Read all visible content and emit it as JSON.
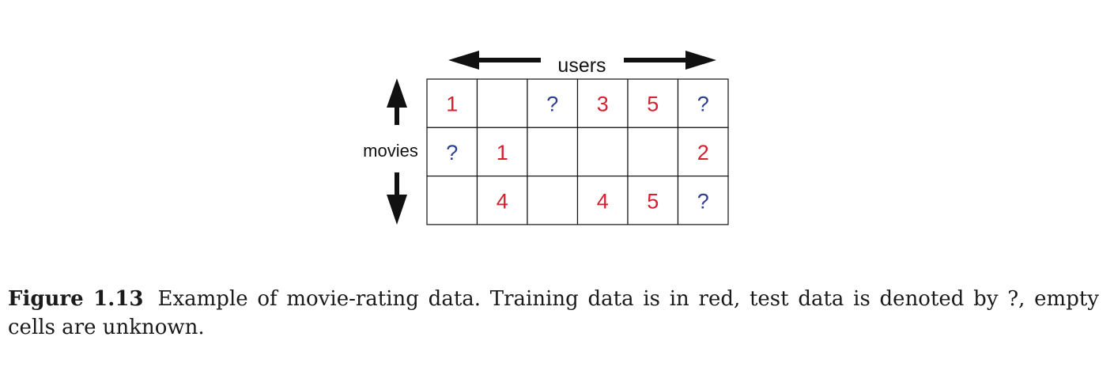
{
  "axes": {
    "users_label": "users",
    "movies_label": "movies"
  },
  "grid": {
    "rows": [
      [
        {
          "value": "1",
          "kind": "train"
        },
        {
          "value": "",
          "kind": "empty"
        },
        {
          "value": "?",
          "kind": "test"
        },
        {
          "value": "3",
          "kind": "train"
        },
        {
          "value": "5",
          "kind": "train"
        },
        {
          "value": "?",
          "kind": "test"
        }
      ],
      [
        {
          "value": "?",
          "kind": "test"
        },
        {
          "value": "1",
          "kind": "train"
        },
        {
          "value": "",
          "kind": "empty"
        },
        {
          "value": "",
          "kind": "empty"
        },
        {
          "value": "",
          "kind": "empty"
        },
        {
          "value": "2",
          "kind": "train"
        }
      ],
      [
        {
          "value": "",
          "kind": "empty"
        },
        {
          "value": "4",
          "kind": "train"
        },
        {
          "value": "",
          "kind": "empty"
        },
        {
          "value": "4",
          "kind": "train"
        },
        {
          "value": "5",
          "kind": "train"
        },
        {
          "value": "?",
          "kind": "test"
        }
      ]
    ]
  },
  "colors": {
    "train": "#d42030",
    "test": "#2e3f8f",
    "line": "#111111"
  },
  "caption": {
    "label": "Figure 1.13",
    "text": "Example of movie-rating data. Training data is in red, test data is denoted by ?, empty cells are unknown."
  }
}
